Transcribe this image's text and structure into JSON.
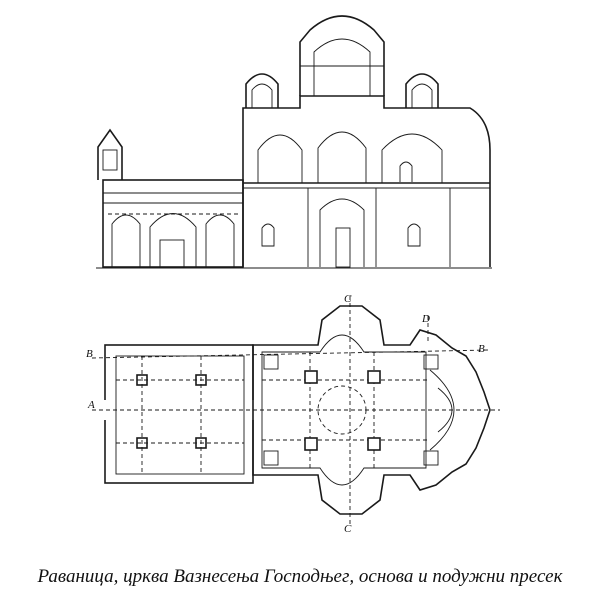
{
  "caption": "Раваница, црква Вазнесења Господњег, основа и подужни пресек",
  "section_labels": {
    "a_left": "A",
    "b_left": "B",
    "b_right": "B",
    "c_top": "C",
    "c_bottom": "C",
    "d_top": "D"
  }
}
